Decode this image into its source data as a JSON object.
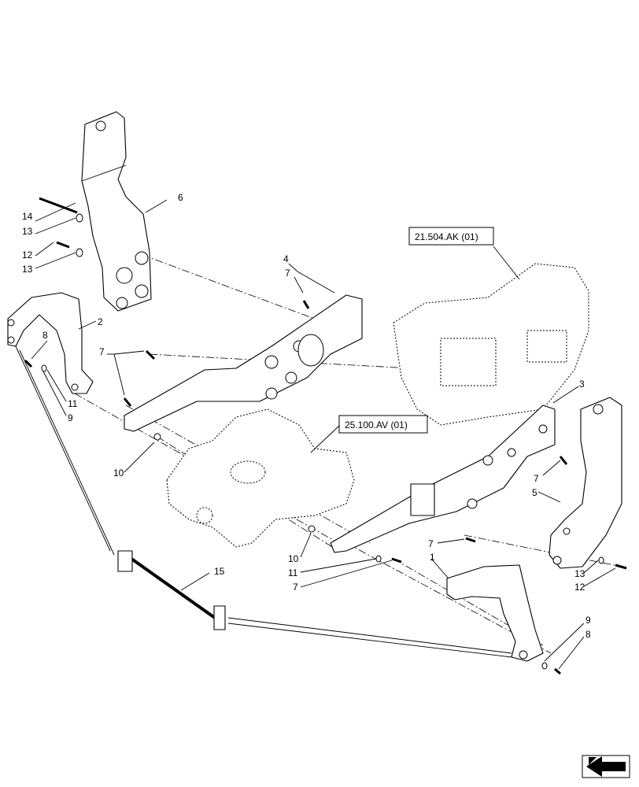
{
  "callouts": {
    "c1": "1",
    "c2": "2",
    "c3": "3",
    "c4": "4",
    "c5": "5",
    "c6": "6",
    "c7": "7",
    "c8": "8",
    "c9": "9",
    "c10": "10",
    "c11": "11",
    "c12": "12",
    "c13": "13",
    "c14": "14",
    "c15": "15"
  },
  "references": {
    "transmission": "21.504.AK (01)",
    "front_frame": "25.100.AV (01)"
  },
  "icons": {
    "navigation": "arrow-back-icon"
  }
}
